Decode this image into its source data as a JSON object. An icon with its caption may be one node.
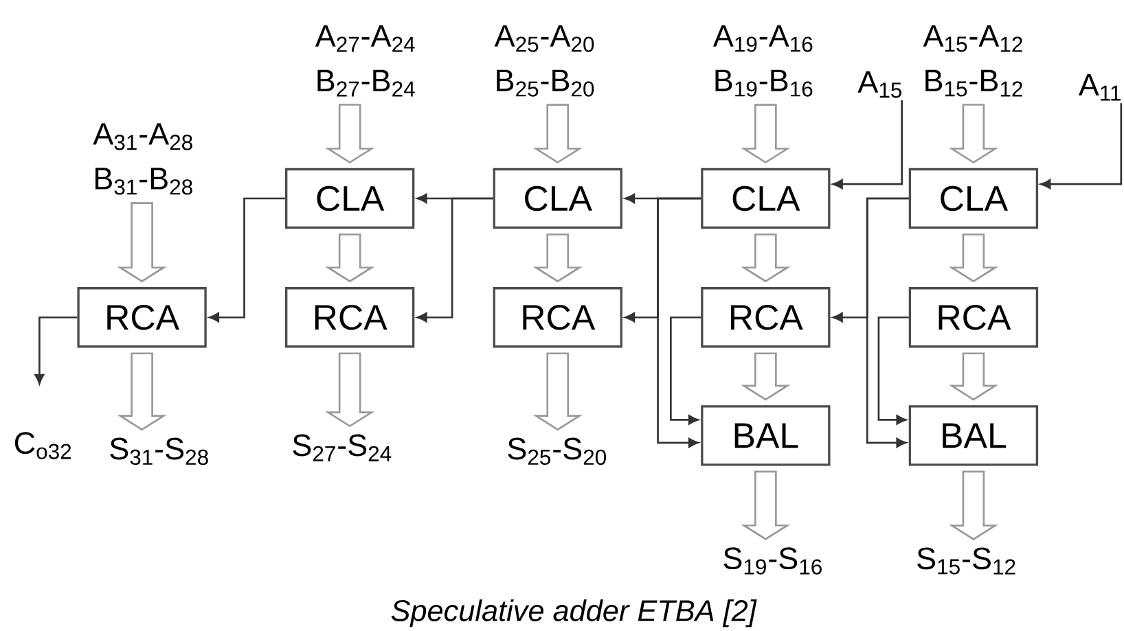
{
  "diagram": {
    "caption": "Speculative adder ETBA [2]",
    "nodes": [
      {
        "text": [
          "A$_{31}$-A$_{28}$",
          "B$_{31}$-B$_{28}$"
        ]
      },
      {
        "text": [
          "A$_{27}$-A$_{24}$",
          "B$_{27}$-B$_{24}$"
        ]
      },
      {
        "text": [
          "A$_{25}$-A$_{20}$",
          "B$_{25}$-B$_{20}$"
        ]
      },
      {
        "text": [
          "A$_{19}$-A$_{16}$",
          "B$_{19}$-B$_{16}$"
        ]
      },
      {
        "text": [
          "A$_{15}$"
        ]
      },
      {
        "text": [
          "A$_{15}$-A$_{12}$",
          "B$_{15}$-B$_{12}$"
        ]
      },
      {
        "text": [
          "A$_{11}$"
        ]
      },
      {
        "text": [
          "CLA"
        ]
      },
      {
        "text": [
          "CLA"
        ]
      },
      {
        "text": [
          "CLA"
        ]
      },
      {
        "text": [
          "CLA"
        ]
      },
      {
        "text": [
          "RCA"
        ]
      },
      {
        "text": [
          "RCA"
        ]
      },
      {
        "text": [
          "RCA"
        ]
      },
      {
        "text": [
          "RCA"
        ]
      },
      {
        "text": [
          "RCA"
        ]
      },
      {
        "text": [
          "BAL"
        ]
      },
      {
        "text": [
          "BAL"
        ]
      },
      {
        "text": [
          "C$_{o32}$"
        ]
      },
      {
        "text": [
          "S$_{31}$-S$_{28}$"
        ]
      },
      {
        "text": [
          "S$_{27}$-S$_{24}$"
        ]
      },
      {
        "text": [
          "S$_{25}$-S$_{20}$"
        ]
      },
      {
        "text": [
          "S$_{19}$-S$_{16}$"
        ]
      },
      {
        "text": [
          "S$_{15}$-S$_{12}$"
        ]
      }
    ],
    "edges": [
      {
        "from": 0,
        "to": 11,
        "arrow": "to",
        "style": "thick",
        "color": "#999999"
      },
      {
        "from": 1,
        "to": 7,
        "arrow": "to",
        "style": "thick",
        "color": "#999999"
      },
      {
        "from": 2,
        "to": 8,
        "arrow": "to",
        "style": "thick",
        "color": "#999999"
      },
      {
        "from": 3,
        "to": 9,
        "arrow": "to",
        "style": "thick",
        "color": "#999999"
      },
      {
        "from": 5,
        "to": 10,
        "arrow": "to",
        "style": "thick",
        "color": "#999999"
      },
      {
        "from": 7,
        "to": 12,
        "arrow": "to",
        "style": "thick",
        "color": "#999999"
      },
      {
        "from": 8,
        "to": 13,
        "arrow": "to",
        "style": "thick",
        "color": "#999999"
      },
      {
        "from": 9,
        "to": 14,
        "arrow": "to",
        "style": "thick",
        "color": "#999999"
      },
      {
        "from": 10,
        "to": 15,
        "arrow": "to",
        "style": "thick",
        "color": "#999999"
      },
      {
        "from": 14,
        "to": 16,
        "arrow": "to",
        "style": "thick",
        "color": "#999999"
      },
      {
        "from": 15,
        "to": 17,
        "arrow": "to",
        "style": "thick",
        "color": "#999999"
      },
      {
        "from": 11,
        "to": 19,
        "arrow": "to",
        "style": "thick",
        "color": "#999999"
      },
      {
        "from": 12,
        "to": 20,
        "arrow": "to",
        "style": "thick",
        "color": "#999999"
      },
      {
        "from": 13,
        "to": 21,
        "arrow": "to",
        "style": "thick",
        "color": "#999999"
      },
      {
        "from": 16,
        "to": 22,
        "arrow": "to",
        "style": "thick",
        "color": "#999999"
      },
      {
        "from": 17,
        "to": 23,
        "arrow": "to",
        "style": "thick",
        "color": "#999999"
      },
      {
        "from": 4,
        "to": 9,
        "arrow": "to"
      },
      {
        "from": 6,
        "to": 10,
        "arrow": "to"
      },
      {
        "from": 11,
        "to": 18,
        "arrow": "to"
      },
      {
        "from": 7,
        "to": 11,
        "arrow": "to"
      },
      {
        "from": 8,
        "to": 7,
        "arrow": "to"
      },
      {
        "from": 8,
        "to": 12,
        "arrow": "to"
      },
      {
        "from": 9,
        "to": 8,
        "arrow": "to"
      },
      {
        "from": 9,
        "to": 13,
        "arrow": "to"
      },
      {
        "from": 9,
        "to": 16,
        "arrow": "to"
      },
      {
        "from": 14,
        "to": 16,
        "arrow": "to"
      },
      {
        "from": 10,
        "to": 14,
        "arrow": "to"
      },
      {
        "from": 10,
        "to": 17,
        "arrow": "to"
      },
      {
        "from": 15,
        "to": 17,
        "arrow": "to"
      }
    ]
  }
}
